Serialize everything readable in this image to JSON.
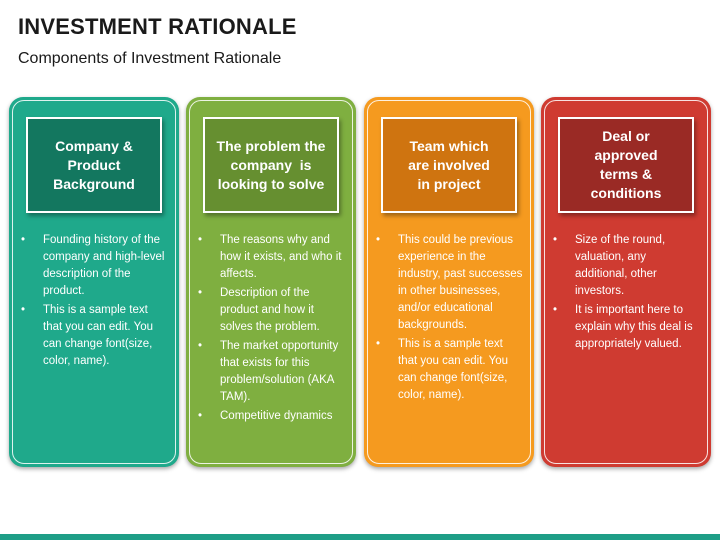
{
  "title": "INVESTMENT RATIONALE",
  "subtitle": "Components of Investment Rationale",
  "colors": {
    "teal_card": "#1fa98b",
    "teal_header": "#13775f",
    "green_card": "#7faf40",
    "green_header": "#668f30",
    "orange_card": "#f59a1f",
    "orange_header": "#cf7410",
    "red_card": "#cf3b31",
    "red_header": "#9a2a25",
    "footer": "#1e9e87"
  },
  "cards": [
    {
      "heading": "Company & Product Background",
      "bullets": [
        "Founding history of the company and high-level description of the product.",
        "This is a sample text that you can edit. You can change font(size, color, name)."
      ]
    },
    {
      "heading": "The problem the company  is looking to solve",
      "bullets": [
        "The reasons why and how it exists, and who it affects.",
        "Description of the product and how it solves the problem.",
        "The market opportunity that exists for this problem/solution (AKA TAM).",
        "Competitive dynamics"
      ]
    },
    {
      "heading": "Team which are involved in project",
      "bullets": [
        "This could be previous experience in the industry, past successes in other businesses, and/or educational backgrounds.",
        "This is a sample text that you can edit. You can change font(size, color, name)."
      ]
    },
    {
      "heading": "Deal or approved terms & conditions",
      "bullets": [
        "Size of the round, valuation, any additional, other investors.",
        "It is important here to explain why this deal is appropriately valued."
      ]
    }
  ]
}
